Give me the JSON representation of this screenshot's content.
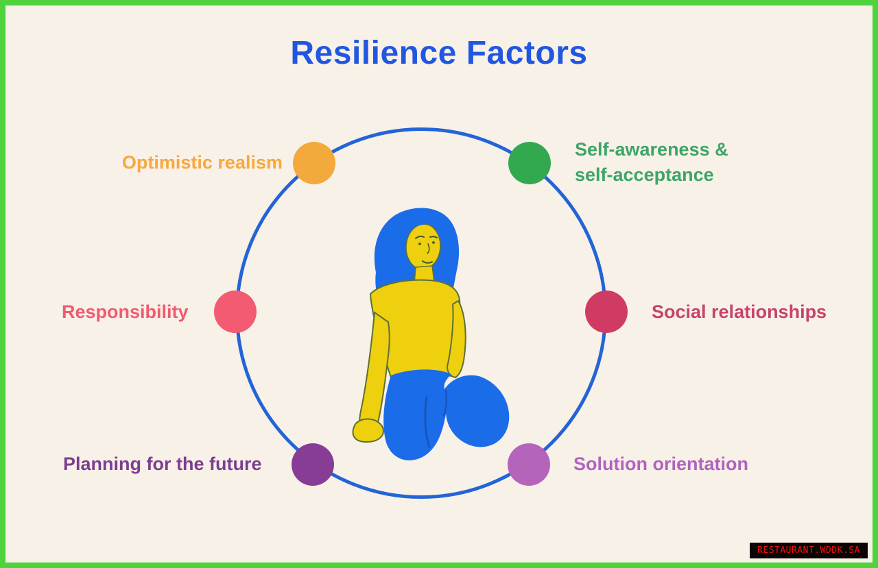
{
  "page": {
    "background": "#f8f1e8",
    "border_color": "#4ed33c"
  },
  "title": {
    "text": "Resilience Factors",
    "color": "#2157e0"
  },
  "diagram": {
    "type": "cycle-diagram",
    "circle_color": "#2364d6",
    "center_figure": "illustration of a person kneeling (blue hair, yellow shirt, blue pants)",
    "figure_colors": {
      "hair_and_pants": "#1b6ce8",
      "skin_and_shirt": "#efd00e",
      "outline": "#5d7035"
    },
    "factors": [
      {
        "name": "optimistic-realism",
        "label": "Optimistic realism",
        "text_color": "#f7a83e",
        "dot_color": "#f3a93c",
        "position": "top-left"
      },
      {
        "name": "self-awareness",
        "label": "Self-awareness &\nself-acceptance",
        "text_color": "#3da567",
        "dot_color": "#33a94f",
        "position": "top-right"
      },
      {
        "name": "responsibility",
        "label": "Responsibility",
        "text_color": "#f15a70",
        "dot_color": "#f25b72",
        "position": "left"
      },
      {
        "name": "social-relationships",
        "label": "Social relationships",
        "text_color": "#c8426a",
        "dot_color": "#d03b63",
        "position": "right"
      },
      {
        "name": "planning-future",
        "label": "Planning for the future",
        "text_color": "#7c3e90",
        "dot_color": "#873c96",
        "position": "bottom-left"
      },
      {
        "name": "solution-orientation",
        "label": "Solution orientation",
        "text_color": "#b163be",
        "dot_color": "#b564bc",
        "position": "bottom-right"
      }
    ]
  },
  "watermark": {
    "text": "RESTAURANT.WDDK.SA",
    "text_color": "#ef1310",
    "background": "#0a0505"
  }
}
